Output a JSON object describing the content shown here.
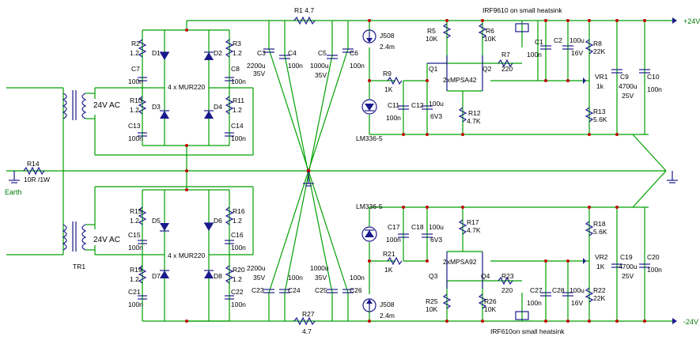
{
  "labels": {
    "plus24": "+24V",
    "minus24": "-24V",
    "earth": "Earth",
    "ac_top": "24V AC",
    "ac_bot": "24V AC",
    "tr1": "TR1",
    "r14": "R14",
    "r14v": "10R /1W",
    "mur_top": "4 x MUR220",
    "mur_bot": "4 x MUR220",
    "irf_top": "IRF9610 on small heatsink",
    "irf_bot": "IRF610on small heatsink",
    "lm_top": "LM336-5",
    "lm_bot": "LM336-5",
    "j508_top": "J508",
    "j508_top_v": "2.4m",
    "j508_bot": "J508",
    "j508_bot_v": "2.4m",
    "pair_top": "2xMPSA42",
    "pair_bot": "2xMPSA92",
    "r1": "R1 4.7",
    "r27": "R27",
    "r27v": "4.7",
    "r2": "R2",
    "r2v": "1.2",
    "r3": "R3",
    "r3v": "1.2",
    "r10": "R10",
    "r10v": "1.2",
    "r11": "R11",
    "r11v": "1.2",
    "r15": "R15",
    "r15v": "1.2",
    "r16": "R16",
    "r16v": "1.2",
    "r19": "R19",
    "r19v": "1.2",
    "r20": "R20",
    "r20v": "1.2",
    "d1": "D1",
    "d2": "D2",
    "d3": "D3",
    "d4": "D4",
    "d5": "D5",
    "d6": "D6",
    "d7": "D7",
    "d8": "D8",
    "c7": "C7",
    "c7v": "100n",
    "c8": "C8",
    "c8v": "100n",
    "c13": "C13",
    "c13v": "100n",
    "c14": "C14",
    "c14v": "100n",
    "c15": "C15",
    "c15v": "100n",
    "c16": "C16",
    "c16v": "100n",
    "c21": "C21",
    "c21v": "100n",
    "c22": "C22",
    "c22v": "100n",
    "c3": "C3",
    "c3v1": "2200u",
    "c3v2": "35V",
    "c4": "C4",
    "c4v": "100n",
    "c5": "C5",
    "c5v1": "1000u",
    "c5v2": "35V",
    "c6": "C6",
    "c6v": "100n",
    "c23": "C23",
    "c23v1": "2200u",
    "c23v2": "35V",
    "c24": "C24",
    "c24v": "100n",
    "c25": "C25",
    "c25v1": "1000u",
    "c25v2": "35V",
    "c26": "C26",
    "c26v": "100n",
    "r5": "R5",
    "r5v": "10K",
    "r6": "R6",
    "r6v": "10K",
    "r7": "R7",
    "r7v": "220",
    "r8": "R8",
    "r8v": "22K",
    "r9": "R9",
    "r9v": "1K",
    "r12": "R12",
    "r12v": "4.7K",
    "r13": "R13",
    "r13v": "5.6K",
    "vr1": "VR1",
    "vr1v": "1k",
    "c1": "C1",
    "c1v": "100n",
    "c2": "C2",
    "c2v1": "100u",
    "c2v2": "16V",
    "c9": "C9",
    "c9v1": "4700u",
    "c9v2": "25V",
    "c10": "C10",
    "c10v": "100n",
    "c11": "C11",
    "c11v": "100n",
    "c12": "C12",
    "c12v1": "100u",
    "c12v2": "6V3",
    "q1": "Q1",
    "q2": "Q2",
    "q3": "Q3",
    "q4": "Q4",
    "r17": "R17",
    "r17v": "4.7K",
    "r18": "R18",
    "r18v": "5.6K",
    "r21": "R21",
    "r21v": "1K",
    "r22": "R22",
    "r22v": "22K",
    "r23": "R23",
    "r23v": "220",
    "r25": "R25",
    "r25v": "10K",
    "r26": "R26",
    "r26v": "10K",
    "vr2": "VR2",
    "vr2v": "1K",
    "c17": "C17",
    "c17v": "100n",
    "c18": "C18",
    "c18v1": "100u",
    "c18v2": "6V3",
    "c19": "C19",
    "c19v1": "4700u",
    "c19v2": "25V",
    "c20": "C20",
    "c20v": "100n",
    "c27": "C27",
    "c27v": "100n",
    "c28": "C28",
    "c28v1": "100u",
    "c28v2": "16V"
  }
}
